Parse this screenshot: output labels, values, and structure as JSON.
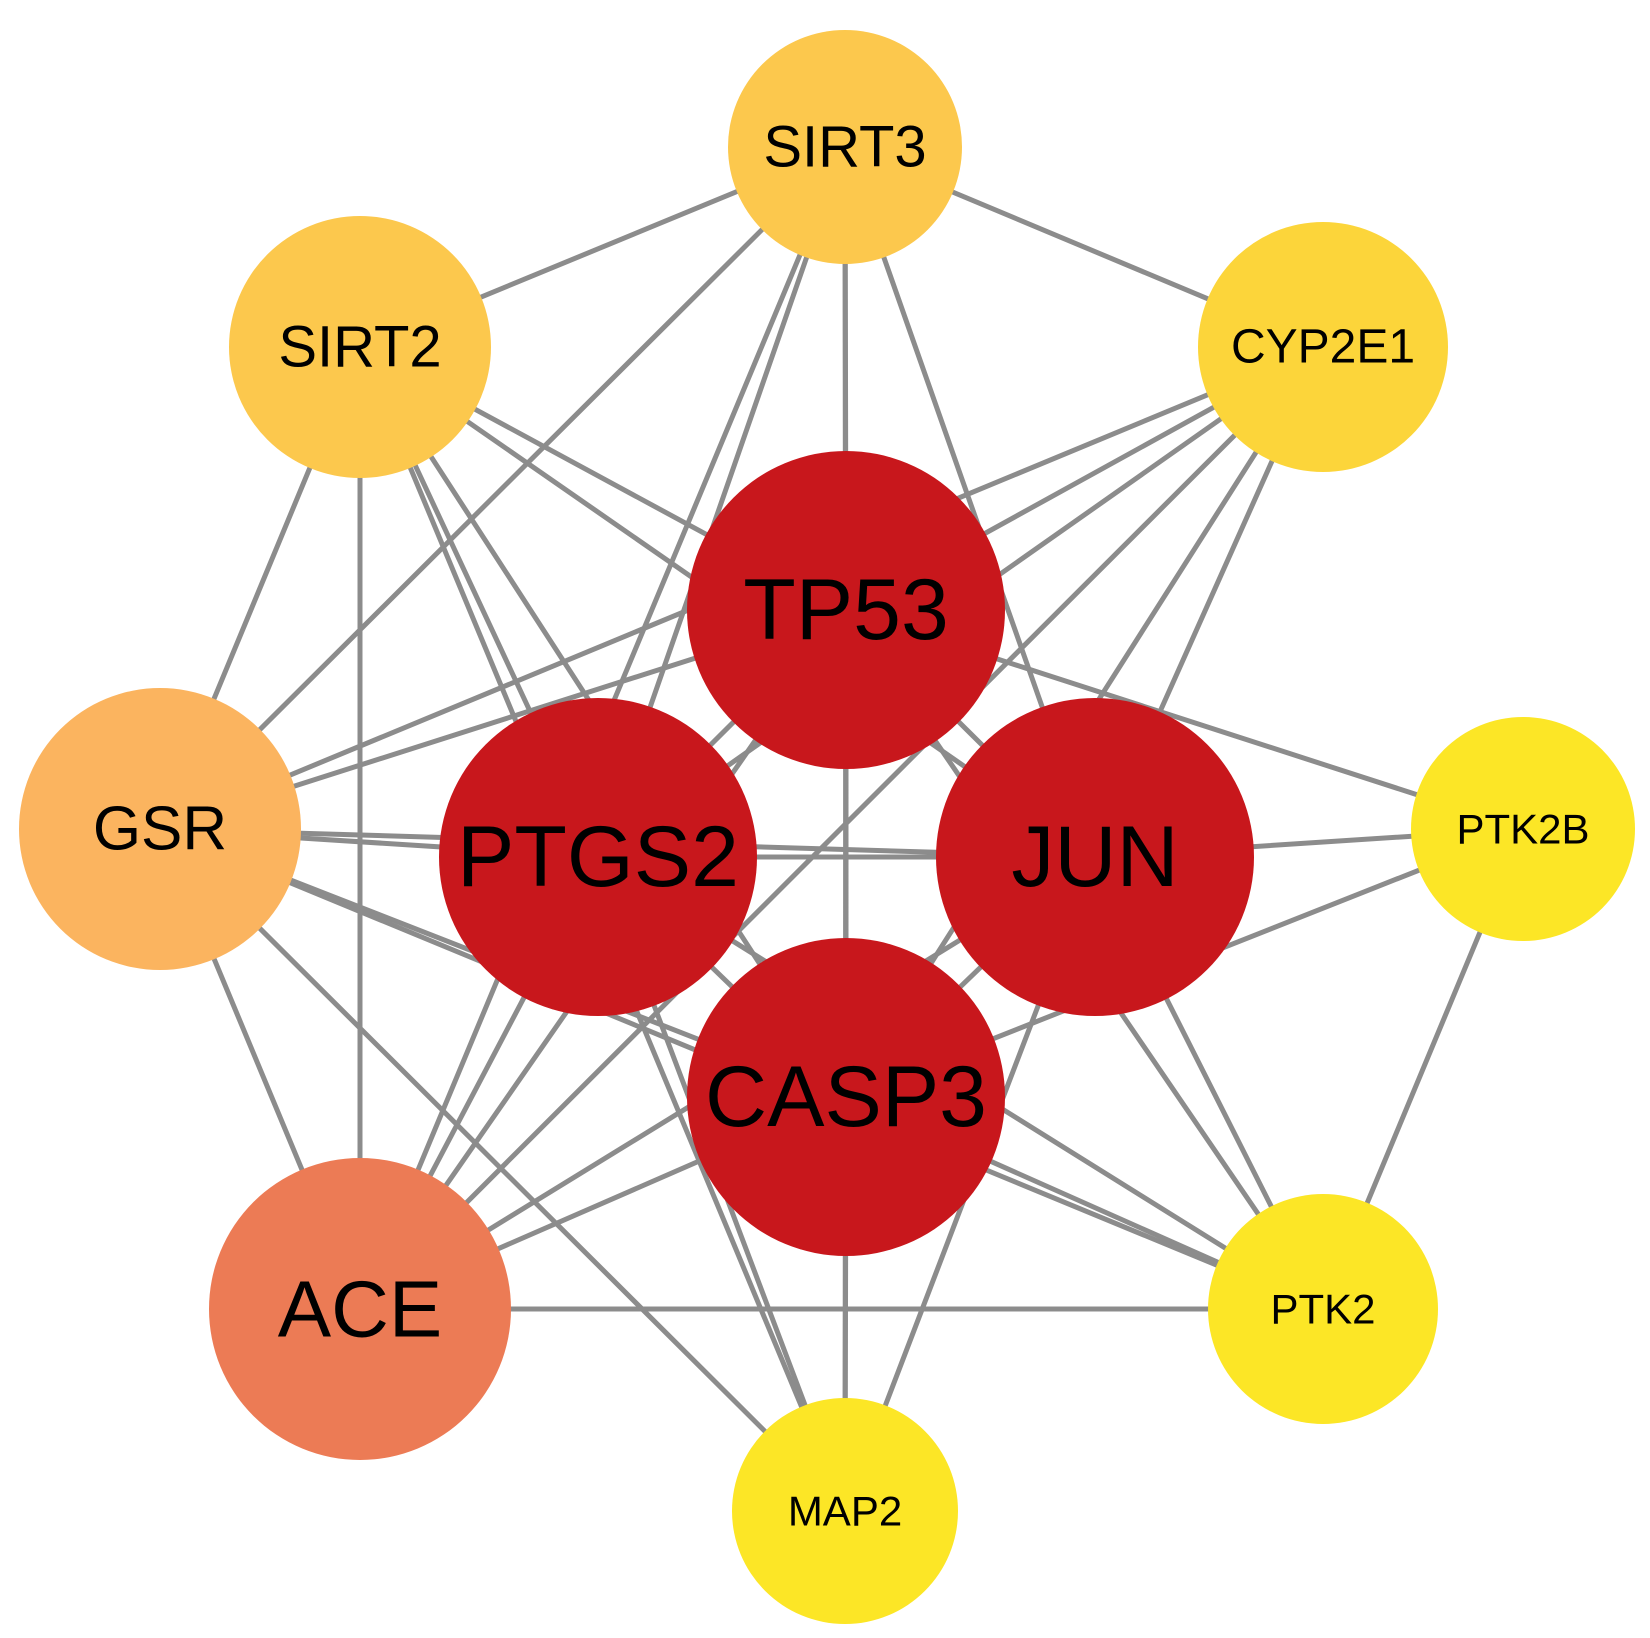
{
  "nodes": [
    {
      "id": "SIRT3",
      "label": "SIRT3",
      "color": "#fcc84d"
    },
    {
      "id": "SIRT2",
      "label": "SIRT2",
      "color": "#fcc84d"
    },
    {
      "id": "CYP2E1",
      "label": "CYP2E1",
      "color": "#fcd53a"
    },
    {
      "id": "TP53",
      "label": "TP53",
      "color": "#c8171c"
    },
    {
      "id": "GSR",
      "label": "GSR",
      "color": "#fbb45f"
    },
    {
      "id": "PTGS2",
      "label": "PTGS2",
      "color": "#c8171c"
    },
    {
      "id": "JUN",
      "label": "JUN",
      "color": "#c8171c"
    },
    {
      "id": "PTK2B",
      "label": "PTK2B",
      "color": "#fce626"
    },
    {
      "id": "CASP3",
      "label": "CASP3",
      "color": "#c8171c"
    },
    {
      "id": "ACE",
      "label": "ACE",
      "color": "#ec7b55"
    },
    {
      "id": "PTK2",
      "label": "PTK2",
      "color": "#fce626"
    },
    {
      "id": "MAP2",
      "label": "MAP2",
      "color": "#fce626"
    }
  ],
  "edges": [
    [
      "SIRT3",
      "SIRT2"
    ],
    [
      "SIRT3",
      "CYP2E1"
    ],
    [
      "SIRT3",
      "TP53"
    ],
    [
      "SIRT3",
      "GSR"
    ],
    [
      "SIRT3",
      "PTGS2"
    ],
    [
      "SIRT3",
      "JUN"
    ],
    [
      "SIRT3",
      "CASP3"
    ],
    [
      "SIRT3",
      "ACE"
    ],
    [
      "SIRT2",
      "GSR"
    ],
    [
      "SIRT2",
      "ACE"
    ],
    [
      "SIRT2",
      "TP53"
    ],
    [
      "SIRT2",
      "JUN"
    ],
    [
      "SIRT2",
      "CASP3"
    ],
    [
      "SIRT2",
      "PTGS2"
    ],
    [
      "SIRT2",
      "MAP2"
    ],
    [
      "CYP2E1",
      "TP53"
    ],
    [
      "CYP2E1",
      "PTGS2"
    ],
    [
      "CYP2E1",
      "JUN"
    ],
    [
      "CYP2E1",
      "CASP3"
    ],
    [
      "CYP2E1",
      "ACE"
    ],
    [
      "CYP2E1",
      "GSR"
    ],
    [
      "TP53",
      "PTGS2"
    ],
    [
      "TP53",
      "JUN"
    ],
    [
      "TP53",
      "CASP3"
    ],
    [
      "TP53",
      "GSR"
    ],
    [
      "TP53",
      "ACE"
    ],
    [
      "TP53",
      "PTK2B"
    ],
    [
      "TP53",
      "PTK2"
    ],
    [
      "TP53",
      "MAP2"
    ],
    [
      "GSR",
      "PTGS2"
    ],
    [
      "GSR",
      "JUN"
    ],
    [
      "GSR",
      "CASP3"
    ],
    [
      "GSR",
      "ACE"
    ],
    [
      "GSR",
      "MAP2"
    ],
    [
      "GSR",
      "PTK2"
    ],
    [
      "PTGS2",
      "JUN"
    ],
    [
      "PTGS2",
      "CASP3"
    ],
    [
      "PTGS2",
      "ACE"
    ],
    [
      "PTGS2",
      "MAP2"
    ],
    [
      "PTGS2",
      "PTK2"
    ],
    [
      "JUN",
      "CASP3"
    ],
    [
      "JUN",
      "PTK2B"
    ],
    [
      "JUN",
      "ACE"
    ],
    [
      "JUN",
      "PTK2"
    ],
    [
      "JUN",
      "MAP2"
    ],
    [
      "CASP3",
      "ACE"
    ],
    [
      "CASP3",
      "PTK2B"
    ],
    [
      "CASP3",
      "PTK2"
    ],
    [
      "CASP3",
      "MAP2"
    ],
    [
      "ACE",
      "PTK2"
    ],
    [
      "PTK2B",
      "PTK2"
    ]
  ]
}
